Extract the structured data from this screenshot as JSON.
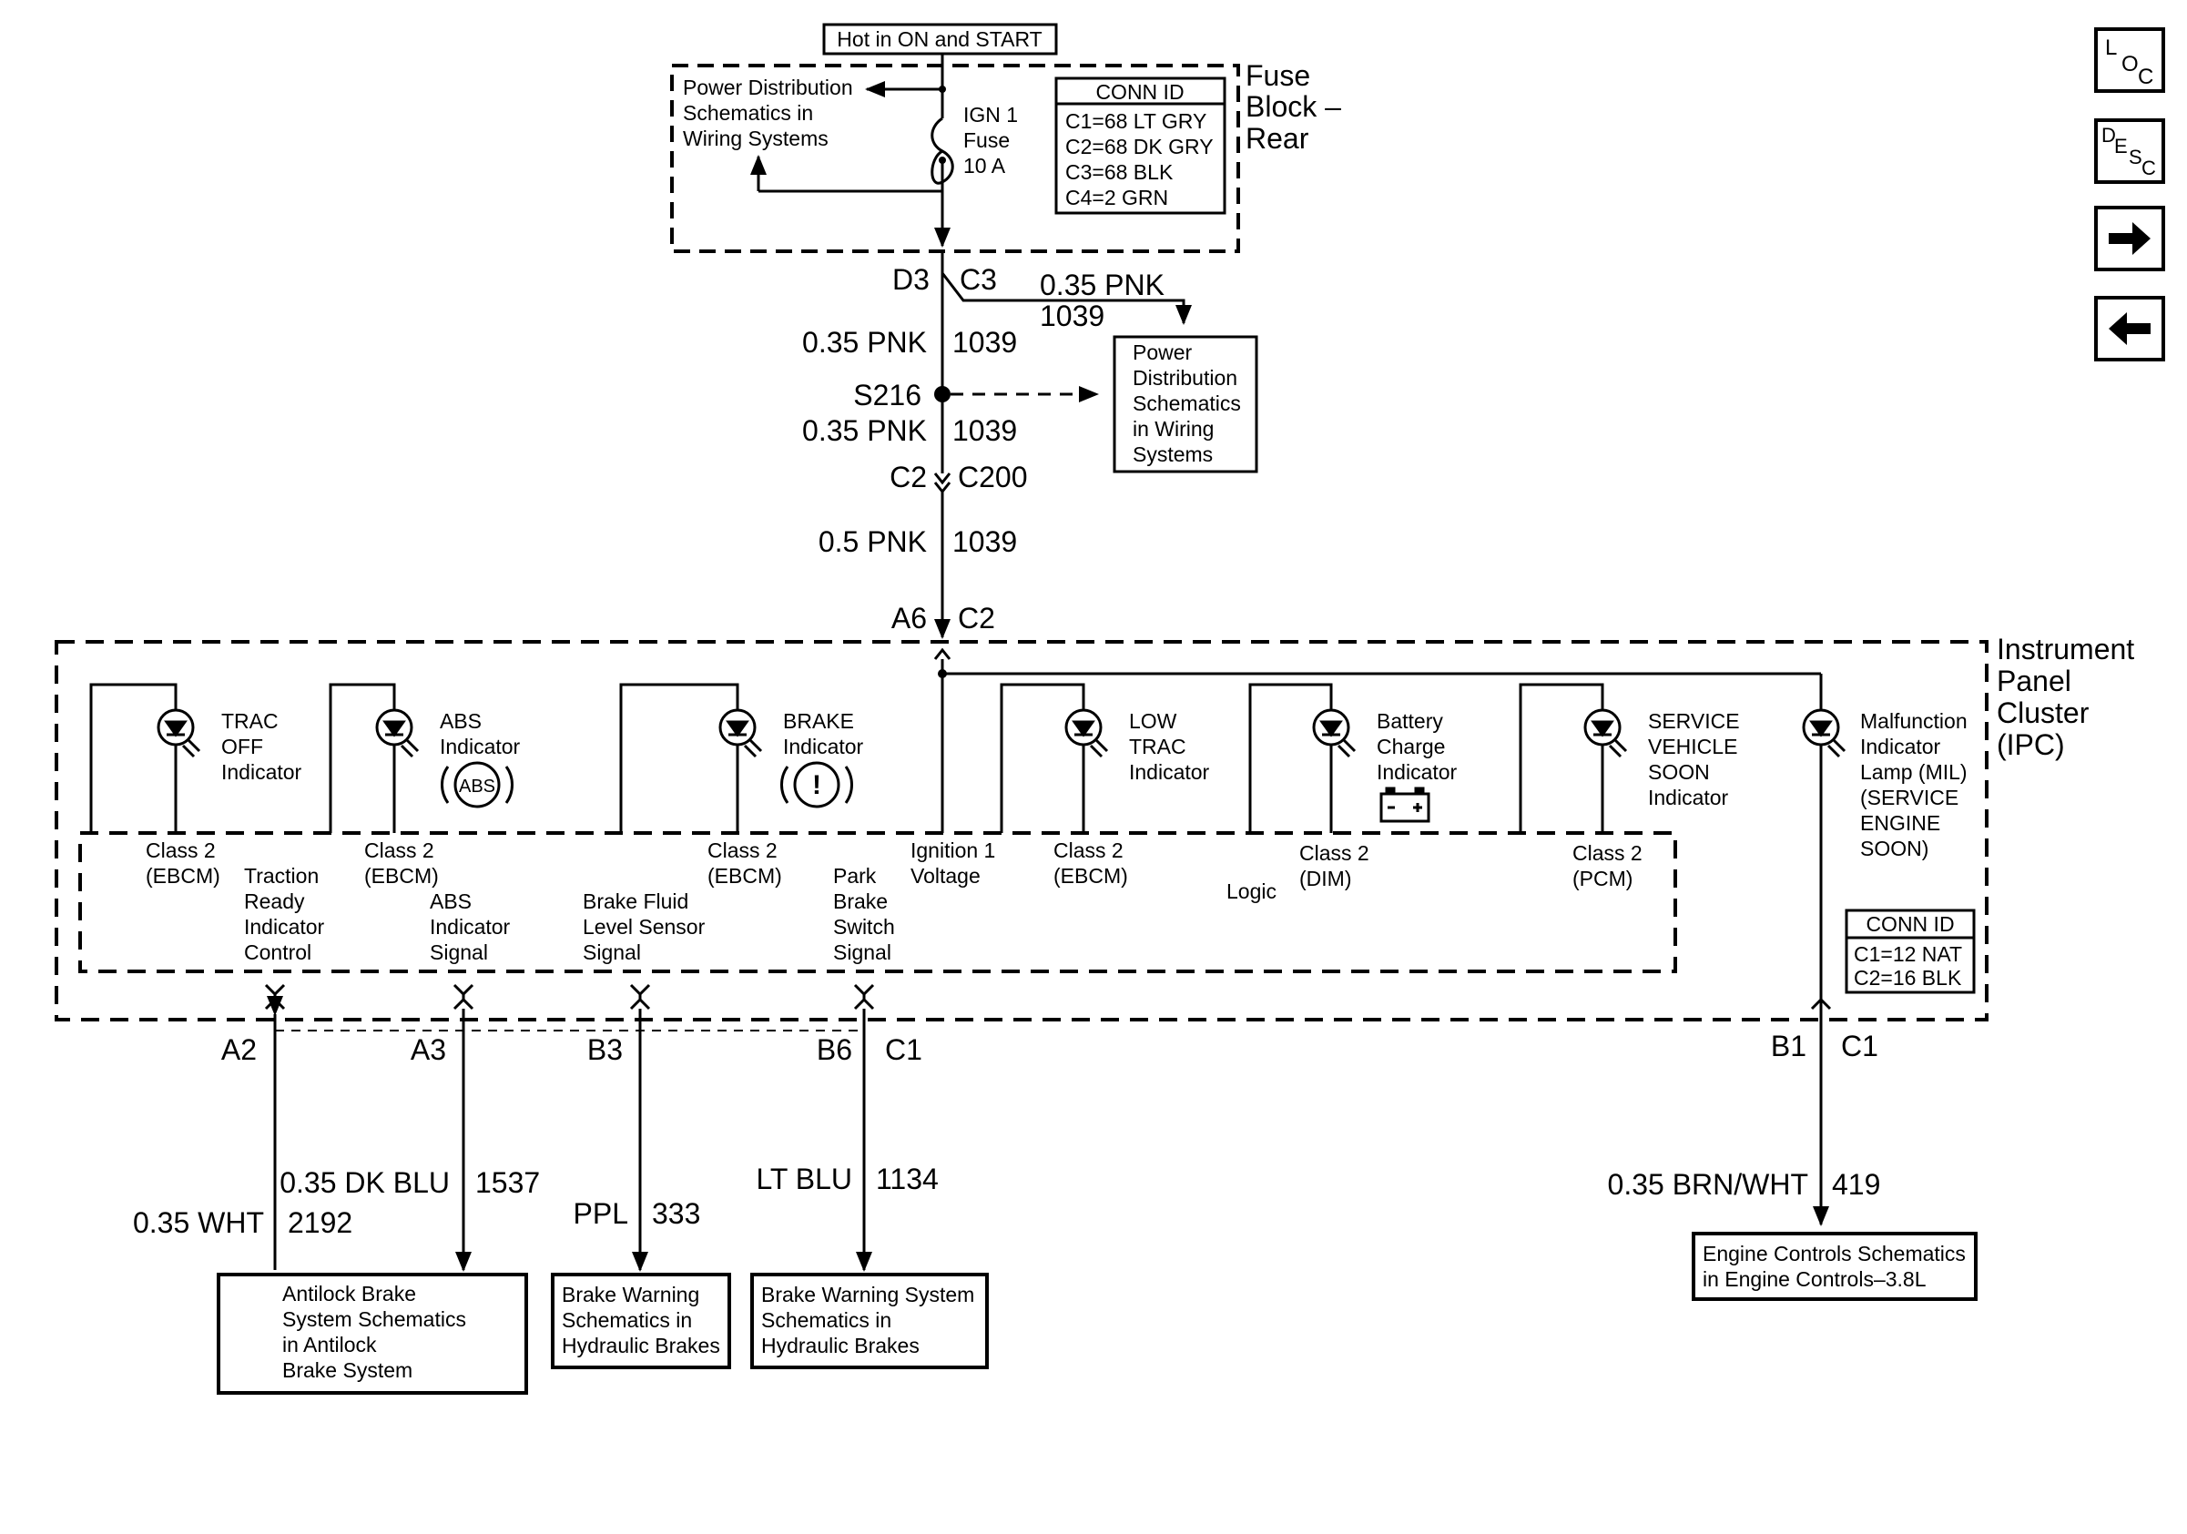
{
  "nav": {
    "loc": [
      "L",
      "O",
      "C"
    ],
    "desc": [
      "D",
      "E",
      "S",
      "C"
    ],
    "next_icon": "arrow-right-icon",
    "prev_icon": "arrow-left-icon"
  },
  "header": {
    "hot_label": "Hot in ON and START"
  },
  "fuse_block": {
    "title": [
      "Fuse",
      "Block –",
      "Rear"
    ],
    "pds_ref": [
      "Power Distribution",
      "Schematics in",
      "Wiring Systems"
    ],
    "fuse": [
      "IGN 1",
      "Fuse",
      "10 A"
    ],
    "conn_title": "CONN ID",
    "conn": [
      "C1=68 LT GRY",
      "C2=68 DK GRY",
      "C3=68 BLK",
      "C4=2 GRN"
    ]
  },
  "feed": {
    "d3": "D3",
    "c3": "C3",
    "branch_wire": "0.35 PNK",
    "branch_circuit": "1039",
    "pds_box": [
      "Power",
      "Distribution",
      "Schematics",
      "in Wiring",
      "Systems"
    ],
    "wire1": "0.35 PNK",
    "circuit1": "1039",
    "splice": "S216",
    "wire2": "0.35 PNK",
    "circuit2": "1039",
    "c2": "C2",
    "c200": "C200",
    "wire3": "0.5 PNK",
    "circuit3": "1039",
    "a6": "A6",
    "c2b": "C2"
  },
  "ipc": {
    "title": [
      "Instrument",
      "Panel",
      "Cluster",
      "(IPC)"
    ],
    "lamps": [
      {
        "label": [
          "TRAC",
          "OFF",
          "Indicator"
        ]
      },
      {
        "label": [
          "ABS",
          "Indicator"
        ],
        "badge": "ABS"
      },
      {
        "label": [
          "BRAKE",
          "Indicator"
        ],
        "badge": "!"
      },
      {
        "label": [
          "LOW",
          "TRAC",
          "Indicator"
        ]
      },
      {
        "label": [
          "Battery",
          "Charge",
          "Indicator"
        ]
      },
      {
        "label": [
          "SERVICE",
          "VEHICLE",
          "SOON",
          "Indicator"
        ]
      },
      {
        "label": [
          "Malfunction",
          "Indicator",
          "Lamp (MIL)",
          "(SERVICE",
          "ENGINE",
          "SOON)"
        ]
      }
    ],
    "logic": {
      "class2_1": [
        "Class 2",
        "(EBCM)"
      ],
      "traction": [
        "Traction",
        "Ready",
        "Indicator",
        "Control"
      ],
      "class2_2": [
        "Class 2",
        "(EBCM)"
      ],
      "abs_signal": [
        "ABS",
        "Indicator",
        "Signal"
      ],
      "brake_fluid": [
        "Brake Fluid",
        "Level Sensor",
        "Signal"
      ],
      "class2_3": [
        "Class 2",
        "(EBCM)"
      ],
      "park_brake": [
        "Park",
        "Brake",
        "Switch",
        "Signal"
      ],
      "ignition": [
        "Ignition 1",
        "Voltage"
      ],
      "class2_4": [
        "Class 2",
        "(EBCM)"
      ],
      "logic": "Logic",
      "class2_dim": [
        "Class 2",
        "(DIM)"
      ],
      "class2_pcm": [
        "Class 2",
        "(PCM)"
      ]
    },
    "conn_title": "CONN ID",
    "conn": [
      "C1=12 NAT",
      "C2=16 BLK"
    ]
  },
  "outputs": {
    "a2": "A2",
    "a3": "A3",
    "b3": "B3",
    "b6": "B6",
    "c1": "C1",
    "b1": "B1",
    "c1b": "C1",
    "wht_wire": "0.35 WHT",
    "wht_circuit": "2192",
    "dkblu_wire": "0.35 DK BLU",
    "dkblu_circuit": "1537",
    "ppl_wire": "PPL",
    "ppl_circuit": "333",
    "ltblu_wire": "LT BLU",
    "ltblu_circuit": "1134",
    "brn_wire": "0.35 BRN/WHT",
    "brn_circuit": "419",
    "abs_box": [
      "Antilock Brake",
      "System Schematics",
      "in Antilock",
      "Brake System"
    ],
    "bw_box1": [
      "Brake Warning",
      "Schematics in",
      "Hydraulic Brakes"
    ],
    "bw_box2": [
      "Brake Warning System",
      "Schematics in",
      "Hydraulic Brakes"
    ],
    "eng_box": [
      "Engine Controls Schematics",
      "in Engine Controls–3.8L"
    ]
  }
}
